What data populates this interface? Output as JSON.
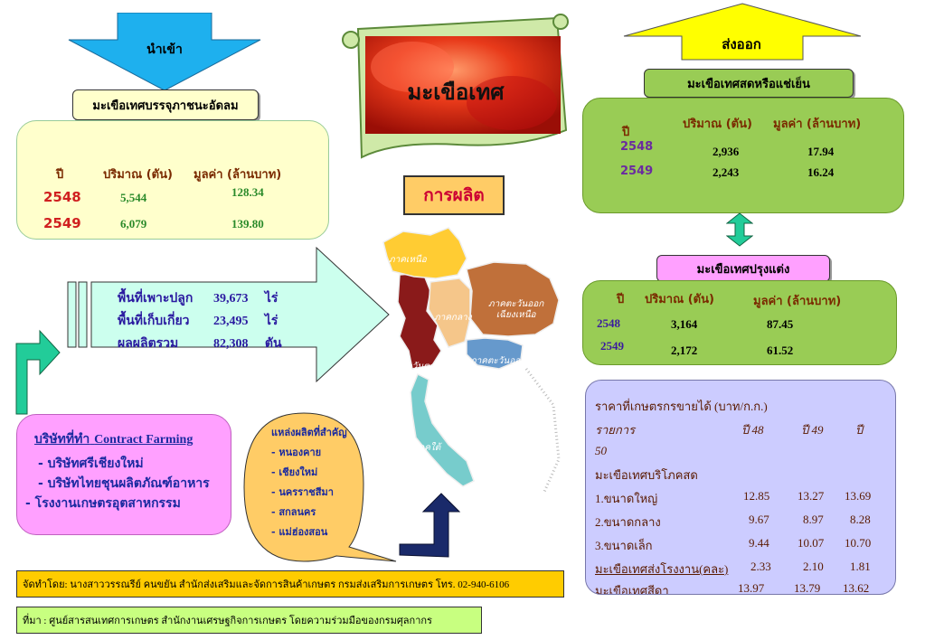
{
  "arrows": {
    "import_label": "นำเข้า",
    "export_label": "ส่งออก"
  },
  "banner": {
    "title": "มะเขือเทศ"
  },
  "production": {
    "label": "การผลิต"
  },
  "imports": {
    "category": "มะเขือเทศบรรจุภาชนะอัดลม",
    "headers": {
      "year": "ปี",
      "quantity": "ปริมาณ (ตัน)",
      "value": "มูลค่า (ล้านบาท)"
    },
    "rows": [
      {
        "year": "2548",
        "quantity": "5,544",
        "value": "128.34"
      },
      {
        "year": "2549",
        "quantity": "6,079",
        "value": "139.80"
      }
    ]
  },
  "exports_fresh": {
    "category": "มะเขือเทศสดหรือแช่เย็น",
    "headers": {
      "year": "ปี",
      "quantity": "ปริมาณ (ตัน)",
      "value": "มูลค่า (ล้านบาท)"
    },
    "rows": [
      {
        "year": "2548",
        "quantity": "2,936",
        "value": "17.94"
      },
      {
        "year": "2549",
        "quantity": "2,243",
        "value": "16.24"
      }
    ]
  },
  "exports_processed": {
    "category": "มะเขือเทศปรุงแต่ง",
    "headers": {
      "year": "ปี",
      "quantity": "ปริมาณ (ตัน)",
      "value": "มูลค่า (ล้านบาท)"
    },
    "rows": [
      {
        "year": "2548",
        "quantity": "3,164",
        "value": "87.45"
      },
      {
        "year": "2549",
        "quantity": "2,172",
        "value": "61.52"
      }
    ]
  },
  "area_stats": [
    {
      "label": "พื้นที่เพาะปลูก",
      "value": "39,673",
      "unit": "ไร่"
    },
    {
      "label": "พื้นที่เก็บเกี่ยว",
      "value": "23,495",
      "unit": "ไร่"
    },
    {
      "label": "ผลผลิตรวม",
      "value": "82,308",
      "unit": "ตัน"
    }
  ],
  "regions": {
    "north": "ภาคเหนือ",
    "central": "ภาคกลาง",
    "northeast_1": "ภาคตะวันออก",
    "northeast_2": "เฉียงเหนือ",
    "west": "ภาคตะวันตก",
    "east": "ภาคตะวันออก",
    "south": "ภาคใต้"
  },
  "contract_farming": {
    "title": "บริษัทที่ทำ",
    "title_en": "Contract  Farming",
    "items": [
      "- บริษัทศรีเชียงใหม่",
      "- บริษัทไทยชุนผลิตภัณฑ์อาหาร",
      "- โรงงานเกษตรอุตสาหกรรม"
    ]
  },
  "sources": {
    "title": "แหล่งผลิตที่สำคัญ",
    "items": [
      "- หนองคาย",
      "- เชียงใหม่",
      "- นครราชสีมา",
      "- สกลนคร",
      "- แม่ฮ่องสอน"
    ]
  },
  "prices": {
    "title": "ราคาที่เกษตรกรขายได้ (บาท/ก.ก.)",
    "col_item": "รายการ",
    "col_y48": "ปี 48",
    "col_y49": "ปี 49",
    "col_y50a": "ปี",
    "col_y50b": "50",
    "section": "มะเขือเทศบริโภคสด",
    "rows": [
      {
        "name": "1.ขนาดใหญ่",
        "y48": "12.85",
        "y49": "13.27",
        "y50": "13.69"
      },
      {
        "name": "2.ขนาดกลาง",
        "y48": "9.67",
        "y49": "8.97",
        "y50": "8.28"
      },
      {
        "name": "3.ขนาดเล็ก",
        "y48": "9.44",
        "y49": "10.07",
        "y50": "10.70"
      },
      {
        "name": "มะเขือเทศส่งโรงงาน(คละ)",
        "y48": "2.33",
        "y49": "2.10",
        "y50": "1.81"
      },
      {
        "name": "มะเขือเทศสีดา",
        "y48": "13.97",
        "y49": "13.79",
        "y50": "13.62"
      }
    ]
  },
  "footer": {
    "prepared_by": "จัดทำโดย: นางสาววรรณรีย์  คนขยัน   สำนักส่งเสริมและจัดการสินค้าเกษตร   กรมส่งเสริมการเกษตร  โทร. 02-940-6106",
    "source": "ที่มา : ศูนย์สารสนเทศการเกษตร  สำนักงานเศรษฐกิจการเกษตร  โดยความร่วมมือของกรมศุลกากร"
  },
  "colors": {
    "import_arrow": "#1eb0ee",
    "export_arrow": "#ffff00",
    "import_panel": "#ffffcc",
    "export_panel": "#99cc55",
    "contract_panel": "#ffa0ff",
    "price_panel": "#ccccff",
    "area_arrow": "#ccffee",
    "north": "#ffcc33",
    "central": "#f5c68a",
    "northeast": "#c0703a",
    "west": "#8a1a1a",
    "east": "#6699cc",
    "south": "#77cccc"
  }
}
